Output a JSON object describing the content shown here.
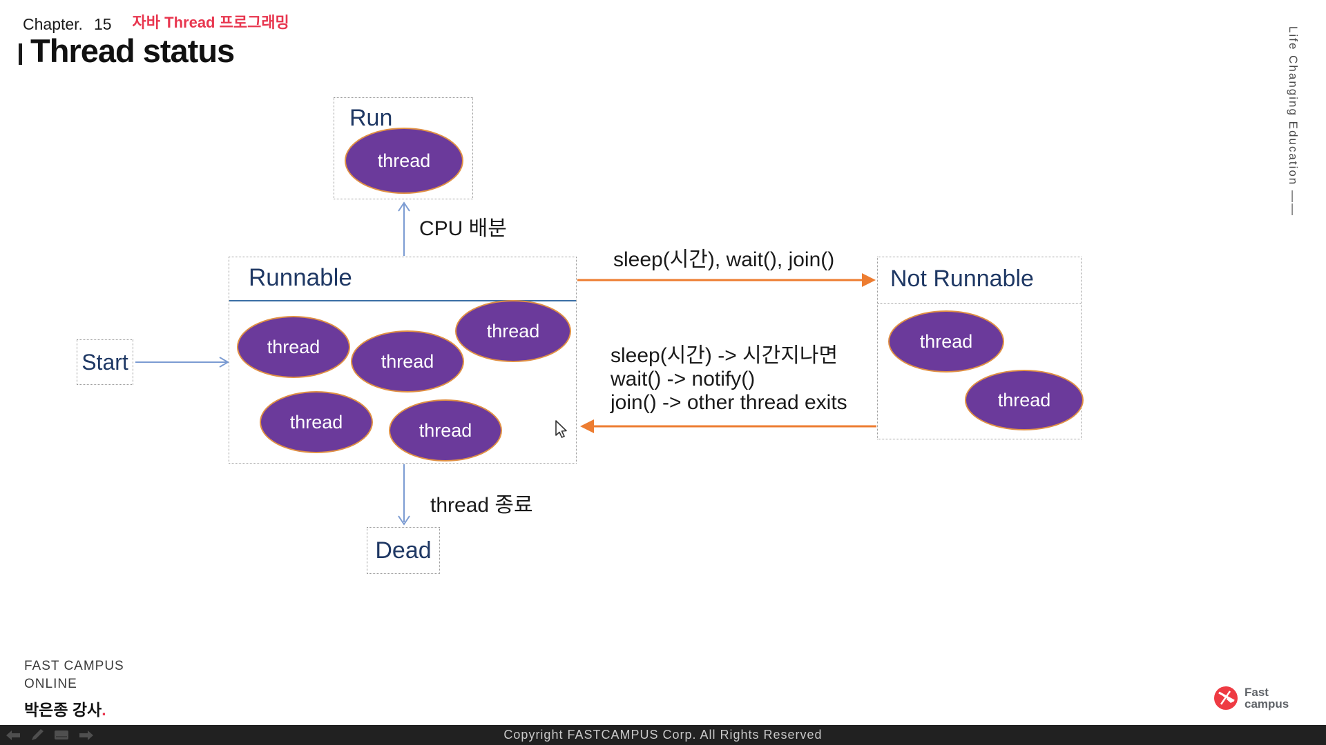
{
  "header": {
    "chapter_label": "Chapter.",
    "chapter_number": "15",
    "chapter_tag": "자바 Thread 프로그래밍",
    "title": "Thread status"
  },
  "side": {
    "vertical_text": "Life Changing Education ——"
  },
  "diagram": {
    "run": {
      "label": "Run",
      "threads": [
        "thread"
      ]
    },
    "runnable": {
      "label": "Runnable",
      "threads": [
        "thread",
        "thread",
        "thread",
        "thread",
        "thread"
      ]
    },
    "not_runnable": {
      "label": "Not Runnable",
      "threads": [
        "thread",
        "thread"
      ]
    },
    "start": {
      "label": "Start"
    },
    "dead": {
      "label": "Dead"
    },
    "labels": {
      "cpu_allocation": "CPU 배분",
      "to_not_runnable": "sleep(시간), wait(), join()",
      "return_line1": "sleep(시간) -> 시간지나면",
      "return_line2": "wait() -> notify()",
      "return_line3": "join() -> other thread exits",
      "thread_exit": "thread 종료"
    }
  },
  "footer": {
    "brand_line1": "FAST CAMPUS",
    "brand_line2": "ONLINE",
    "instructor": "박은종 강사",
    "instructor_period": ".",
    "copyright": "Copyright  FASTCAMPUS  Corp. All  Rights  Reserved",
    "logo_line1": "Fast",
    "logo_line2": "campus",
    "toolbar_icons": [
      "back-arrow",
      "pen",
      "slide-rect",
      "forward-arrow"
    ]
  },
  "colors": {
    "accent_red": "#e8364f",
    "navy_heading": "#1f3864",
    "thread_purple": "#6b3a9b",
    "ellipse_border_orange": "#e09044",
    "arrow_blue": "#7b9bd2",
    "arrow_orange": "#ed7d31",
    "bottom_bar": "#212121"
  }
}
